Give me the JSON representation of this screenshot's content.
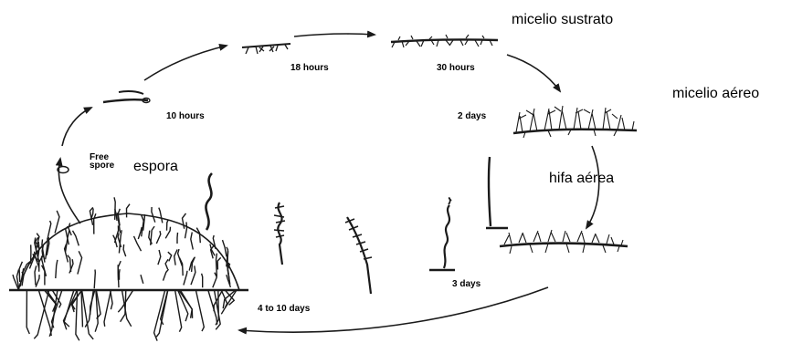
{
  "labels": {
    "free_spore": "Free spore",
    "espora": "espora",
    "h10": "10 hours",
    "h18": "18 hours",
    "h30": "30 hours",
    "d2": "2 days",
    "d3": "3 days",
    "d4to10": "4 to 10 days",
    "micelio_sustrato": "micelio sustrato",
    "micelio_aereo": "micelio  aéreo",
    "hifa_aerea": "hifa aérea"
  },
  "colors": {
    "ink": "#1a1a1a",
    "background": "#ffffff"
  }
}
